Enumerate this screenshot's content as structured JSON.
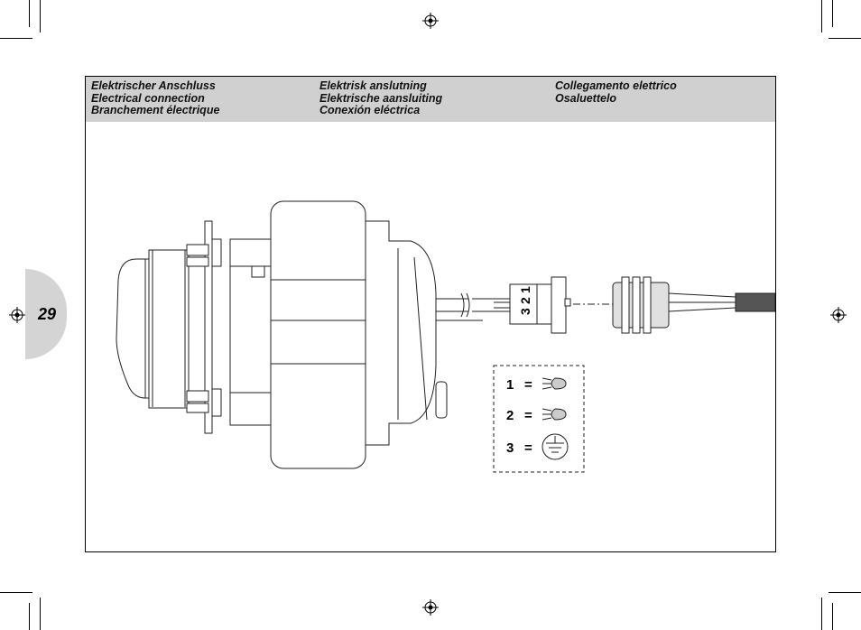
{
  "page": {
    "number": "29"
  },
  "header": {
    "column_1": [
      "Elektrischer Anschluss",
      "Electrical connection",
      "Branchement électrique"
    ],
    "column_2": [
      "Elektrisk anslutning",
      "Elektrische aansluiting",
      "Conexión eléctrica"
    ],
    "column_3": [
      "Collegamento elettrico",
      "Osaluettelo"
    ]
  },
  "diagram": {
    "connector_pins": [
      "3",
      "2",
      "1"
    ],
    "legend": [
      {
        "number": "1",
        "symbol": "=",
        "icon": "low-beam-lamp-icon"
      },
      {
        "number": "2",
        "symbol": "=",
        "icon": "high-beam-lamp-icon"
      },
      {
        "number": "3",
        "symbol": "=",
        "icon": "ground-symbol-icon"
      }
    ]
  }
}
